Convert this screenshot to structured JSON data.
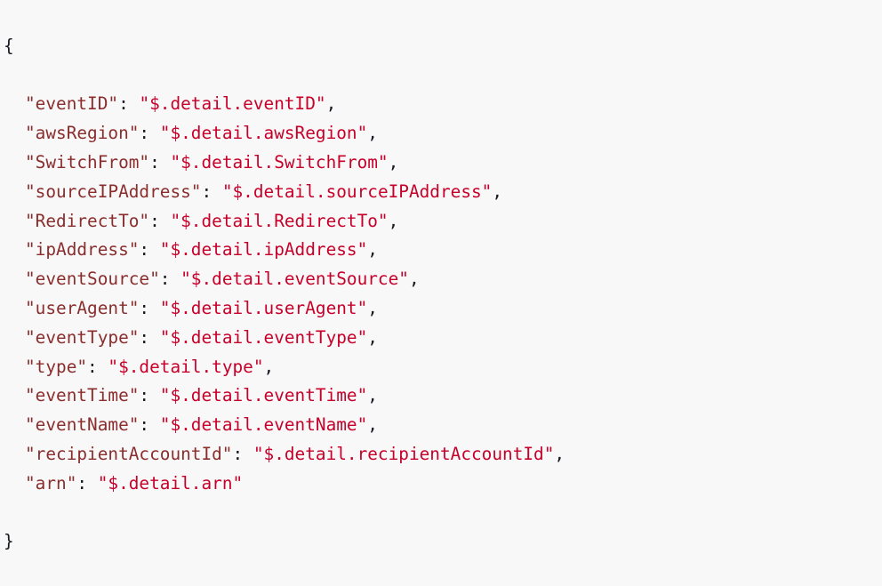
{
  "code": {
    "open_brace": "{",
    "close_brace": "}",
    "entries": [
      {
        "key": "\"eventID\"",
        "value": "\"$.detail.eventID\"",
        "comma": ","
      },
      {
        "key": "\"awsRegion\"",
        "value": "\"$.detail.awsRegion\"",
        "comma": ","
      },
      {
        "key": "\"SwitchFrom\"",
        "value": "\"$.detail.SwitchFrom\"",
        "comma": ","
      },
      {
        "key": "\"sourceIPAddress\"",
        "value": "\"$.detail.sourceIPAddress\"",
        "comma": ","
      },
      {
        "key": "\"RedirectTo\"",
        "value": "\"$.detail.RedirectTo\"",
        "comma": ","
      },
      {
        "key": "\"ipAddress\"",
        "value": "\"$.detail.ipAddress\"",
        "comma": ","
      },
      {
        "key": "\"eventSource\"",
        "value": "\"$.detail.eventSource\"",
        "comma": ","
      },
      {
        "key": "\"userAgent\"",
        "value": "\"$.detail.userAgent\"",
        "comma": ","
      },
      {
        "key": "\"eventType\"",
        "value": "\"$.detail.eventType\"",
        "comma": ","
      },
      {
        "key": "\"type\"",
        "value": "\"$.detail.type\"",
        "comma": ","
      },
      {
        "key": "\"eventTime\"",
        "value": "\"$.detail.eventTime\"",
        "comma": ","
      },
      {
        "key": "\"eventName\"",
        "value": "\"$.detail.eventName\"",
        "comma": ","
      },
      {
        "key": "\"recipientAccountId\"",
        "value": "\"$.detail.recipientAccountId\"",
        "comma": ","
      },
      {
        "key": "\"arn\"",
        "value": "\"$.detail.arn\"",
        "comma": ""
      }
    ]
  }
}
